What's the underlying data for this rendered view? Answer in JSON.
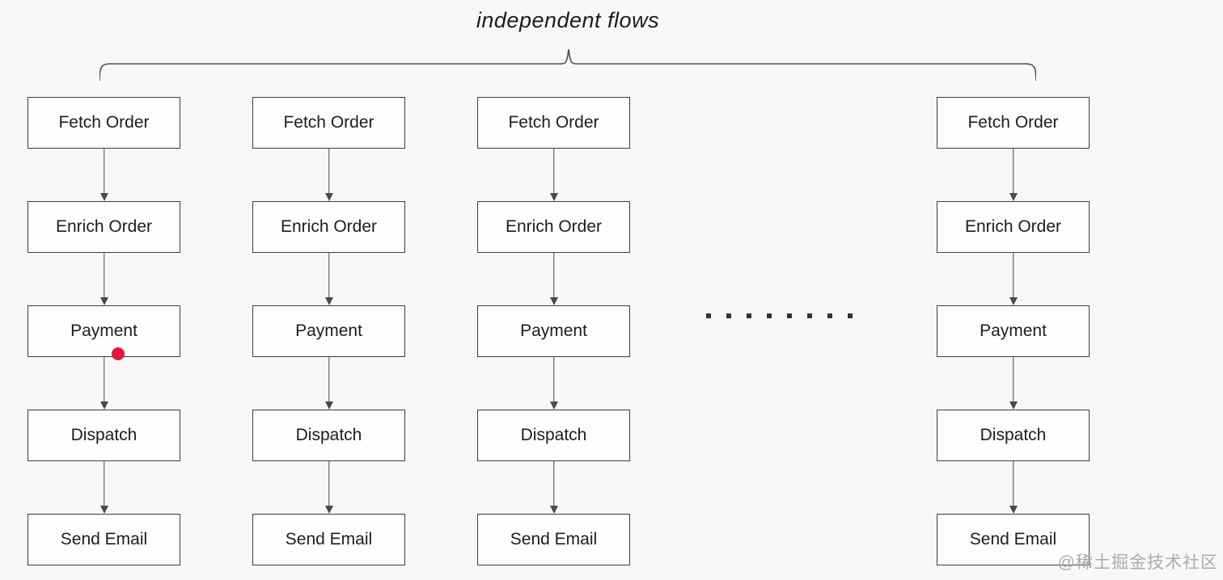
{
  "title": "independent flows",
  "columns": [
    {
      "steps": [
        "Fetch Order",
        "Enrich Order",
        "Payment",
        "Dispatch",
        "Send Email"
      ]
    },
    {
      "steps": [
        "Fetch Order",
        "Enrich Order",
        "Payment",
        "Dispatch",
        "Send Email"
      ]
    },
    {
      "steps": [
        "Fetch Order",
        "Enrich Order",
        "Payment",
        "Dispatch",
        "Send Email"
      ]
    },
    {
      "steps": [
        "Fetch Order",
        "Enrich Order",
        "Payment",
        "Dispatch",
        "Send Email"
      ]
    }
  ],
  "ellipsis": {
    "dot_count": 8
  },
  "marker": {
    "color": "#e5173f"
  },
  "watermark": "@稀土掘金技术社区"
}
